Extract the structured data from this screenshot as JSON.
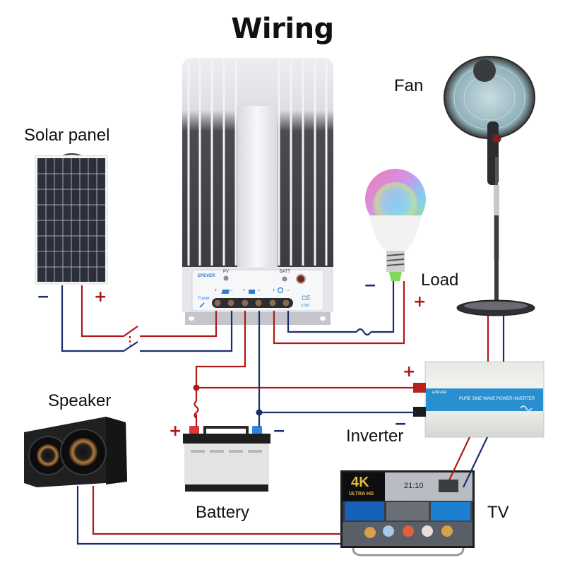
{
  "title": "Wiring",
  "colors": {
    "positive_wire": "#b01818",
    "negative_wire": "#1a2e6e",
    "inverter_band": "#2a8fd0",
    "battery_positive_terminal": "#e0343a",
    "battery_negative_terminal": "#2f86e0"
  },
  "components": {
    "solar_panel": {
      "label": "Solar panel",
      "neg_sign": "−",
      "pos_sign": "+"
    },
    "controller": {
      "brand": "EPEVER",
      "model": "Tracer",
      "led_pv": "PV",
      "led_batt": "BATT",
      "ce_mark": "CE",
      "com_label": "COM",
      "terminal_groups": [
        {
          "name": "pv",
          "icon": "solar-panel-icon",
          "pos": "+",
          "neg": "−"
        },
        {
          "name": "battery",
          "icon": "battery-icon",
          "pos": "+",
          "neg": "−"
        },
        {
          "name": "load",
          "icon": "bulb-icon",
          "pos": "+",
          "neg": "−"
        }
      ]
    },
    "load": {
      "label": "Load",
      "neg_sign": "−",
      "pos_sign": "+"
    },
    "fan": {
      "label": "Fan"
    },
    "speaker": {
      "label": "Speaker"
    },
    "battery": {
      "label": "Battery",
      "pos_sign": "+",
      "neg_sign": "−"
    },
    "inverter": {
      "label": "Inverter",
      "panel_text": "PURE SINE WAVE POWER INVERTER",
      "brand": "EPEVER",
      "pos_sign": "+",
      "neg_sign": "−"
    },
    "tv": {
      "label": "TV",
      "screen_badge": "4K",
      "screen_badge_sub": "ULTRA HD",
      "screen_clock": "21:10"
    }
  }
}
